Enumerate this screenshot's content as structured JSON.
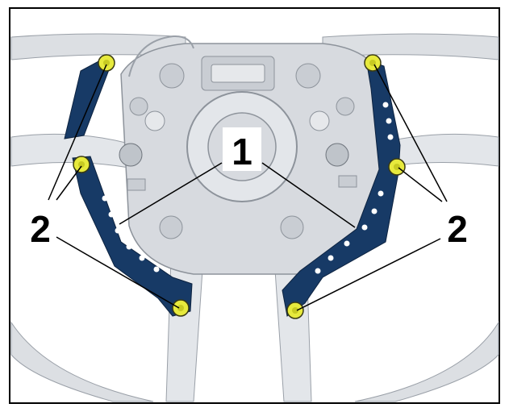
{
  "callouts": {
    "center_label": "1",
    "left_label": "2",
    "right_label": "2"
  },
  "colors": {
    "frame": "#000000",
    "background": "#ffffff",
    "rim": "#dcdfe3",
    "spoke": "#e3e6ea",
    "hub": "#d7dadf",
    "hub_detail": "#b9bec5",
    "bracket": "#173a66",
    "bolt": "#e7ea3d",
    "leader": "#000000"
  },
  "icons": [
    "bolt-icon",
    "bracket-icon",
    "steering-wheel-icon"
  ]
}
